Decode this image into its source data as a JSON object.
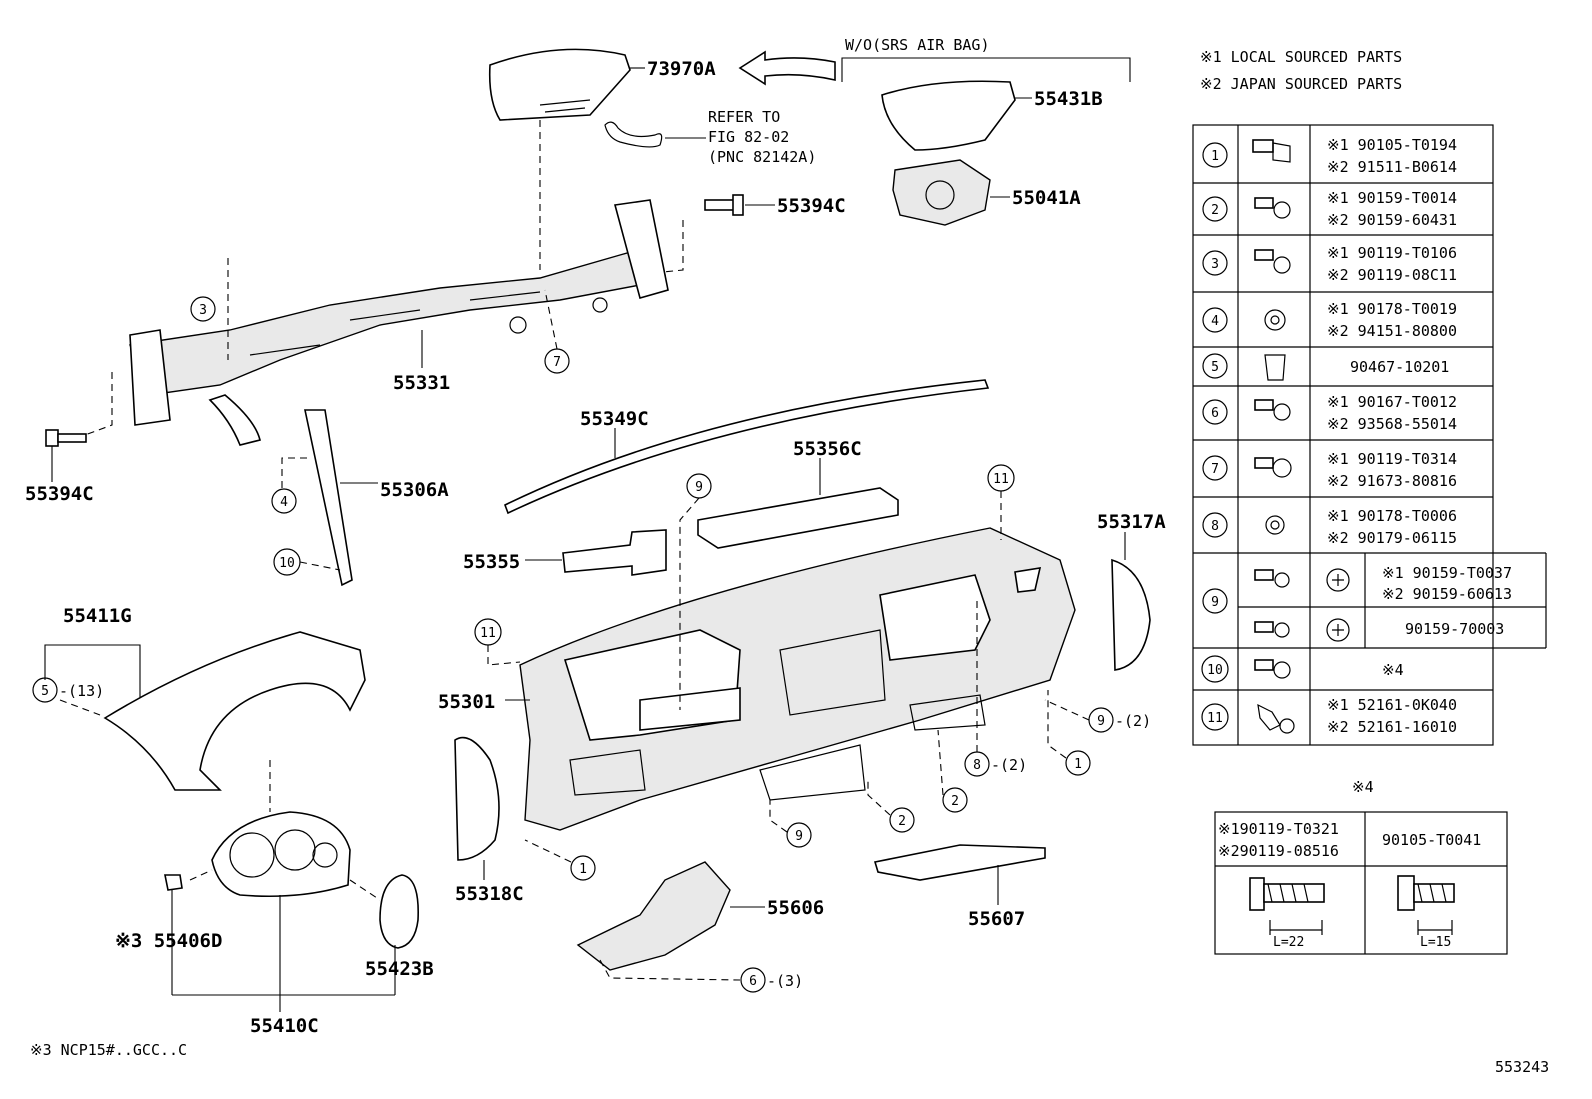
{
  "notes": {
    "wo_airbag": "W/O(SRS AIR BAG)",
    "legend_1": "※1 LOCAL SOURCED PARTS",
    "legend_2": "※2 JAPAN SOURCED PARTS",
    "refer_1": "REFER TO",
    "refer_2": "FIG 82-02",
    "refer_3": "(PNC 82142A)",
    "footnote": "※3 NCP15#..GCC..C",
    "diagram_id": "553243"
  },
  "parts": {
    "p73970A": "73970A",
    "p55431B": "55431B",
    "p55041A": "55041A",
    "p55394C_top": "55394C",
    "p55331": "55331",
    "p55394C_left": "55394C",
    "p55306A": "55306A",
    "p55349C": "55349C",
    "p55356C": "55356C",
    "p55355": "55355",
    "p55317A": "55317A",
    "p55411G": "55411G",
    "p55301": "55301",
    "p55318C": "55318C",
    "p55606": "55606",
    "p55607": "55607",
    "p55406D": "※3 55406D",
    "p55423B": "55423B",
    "p55410C": "55410C"
  },
  "callouts": {
    "c3": "3",
    "c7": "7",
    "c4": "4",
    "c10": "10",
    "c9a": "9",
    "c11a": "11",
    "c11b": "11",
    "c5": "5",
    "c5q": "-(13)",
    "c9b": "9",
    "c9bq": "-(2)",
    "c8": "8",
    "c8q": "-(2)",
    "c1a": "1",
    "c2a": "2",
    "c2b": "2",
    "c9c": "9",
    "c1b": "1",
    "c6": "6",
    "c6q": "-(3)"
  },
  "fastener_table": {
    "rows": [
      {
        "num": "1",
        "a": "※1  90105-T0194",
        "b": "※2  91511-B0614"
      },
      {
        "num": "2",
        "a": "※1  90159-T0014",
        "b": "※2  90159-60431"
      },
      {
        "num": "3",
        "a": "※1  90119-T0106",
        "b": "※2  90119-08C11"
      },
      {
        "num": "4",
        "a": "※1  90178-T0019",
        "b": "※2  94151-80800"
      },
      {
        "num": "5",
        "a": "90467-10201",
        "b": ""
      },
      {
        "num": "6",
        "a": "※1  90167-T0012",
        "b": "※2  93568-55014"
      },
      {
        "num": "7",
        "a": "※1  90119-T0314",
        "b": "※2  91673-80816"
      },
      {
        "num": "8",
        "a": "※1  90178-T0006",
        "b": "※2  90179-06115"
      },
      {
        "num": "9",
        "a": "※1  90159-T0037",
        "b": "※2  90159-60613",
        "c": "90159-70003"
      },
      {
        "num": "10",
        "a": "※4",
        "b": ""
      },
      {
        "num": "11",
        "a": "※1  52161-0K040",
        "b": "※2  52161-16010"
      }
    ]
  },
  "note4_table": {
    "title": "※4",
    "left_1": "※190119-T0321",
    "left_2": "※290119-08516",
    "right": "90105-T0041",
    "len_left": "L=22",
    "len_right": "L=15"
  }
}
